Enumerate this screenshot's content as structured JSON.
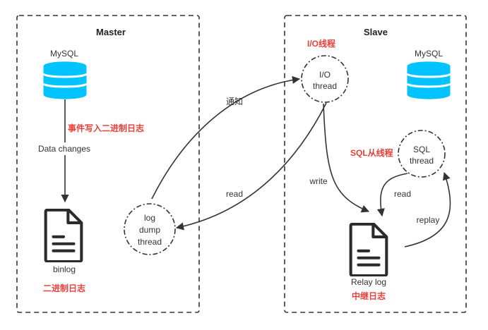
{
  "master": {
    "title": "Master",
    "db_label": "MySQL",
    "event_note": "事件写入二进制日志",
    "data_changes": "Data changes",
    "binlog_label": "binlog",
    "binlog_note": "二进制日志"
  },
  "dump_thread": {
    "line1": "log",
    "line2": "dump",
    "line3": "thread"
  },
  "edges": {
    "notify": "通知",
    "read_dump": "read",
    "write": "write",
    "read_sql": "read",
    "replay": "replay"
  },
  "slave": {
    "title": "Slave",
    "io_note": "I/O线程",
    "io_line1": "I/O",
    "io_line2": "thread",
    "db_label": "MySQL",
    "sql_note": "SQL从线程",
    "sql_line1": "SQL",
    "sql_line2": "thread",
    "relay_label": "Relay log",
    "relay_note": "中继日志"
  },
  "colors": {
    "db": "#00c3ff",
    "db_stripe": "#ffffff",
    "note": "#e8403a",
    "ink": "#333333"
  },
  "icons": [
    "database-icon",
    "document-icon"
  ]
}
